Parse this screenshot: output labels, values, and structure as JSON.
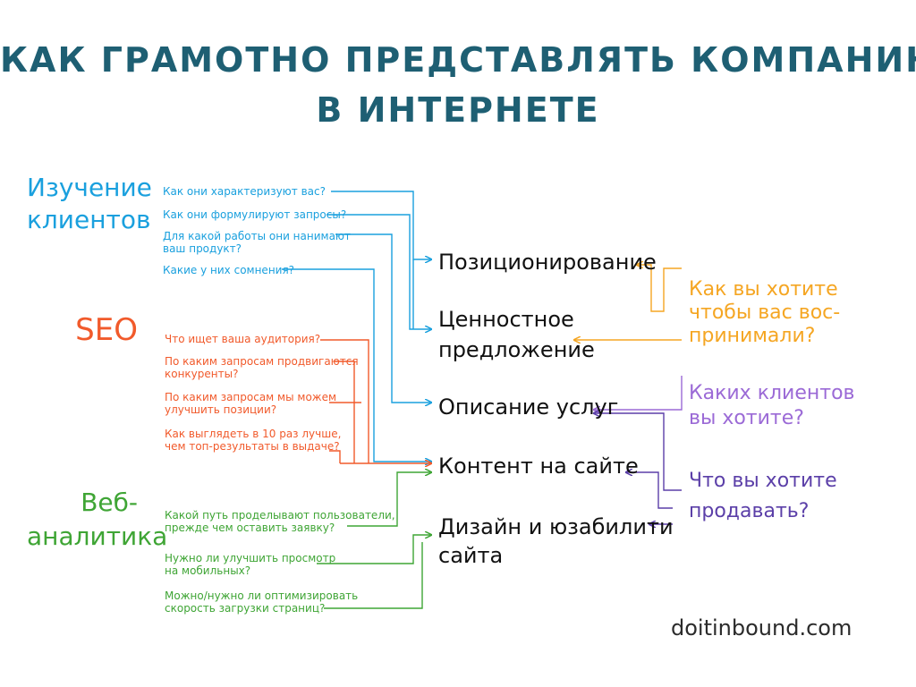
{
  "title": {
    "line1": "КАК ГРАМОТНО ПРЕДСТАВЛЯТЬ КОМПАНИЮ",
    "line2": "В ИНТЕРНЕТЕ"
  },
  "categories": {
    "clients": {
      "line1": "Изучение",
      "line2": "клиентов",
      "color": "#1aa0de"
    },
    "seo": {
      "line1": "SEO",
      "color": "#f15a2b"
    },
    "analytics": {
      "line1": "Веб-",
      "line2": "аналитика",
      "color": "#3fa535"
    }
  },
  "questions": {
    "clients": [
      {
        "line1": "Как они характеризуют вас?"
      },
      {
        "line1": "Как они формулируют запросы?"
      },
      {
        "line1": "Для какой работы они нанимают",
        "line2": "ваш продукт?"
      },
      {
        "line1": "Какие у них сомнения?"
      }
    ],
    "seo": [
      {
        "line1": "Что ищет ваша аудитория?"
      },
      {
        "line1": "По каким запросам продвигаются",
        "line2": "конкуренты?"
      },
      {
        "line1": "По каким запросам мы можем",
        "line2": "улучшить позиции?"
      },
      {
        "line1": "Как выглядеть в 10 раз лучше,",
        "line2": "чем топ-результаты в выдаче?"
      }
    ],
    "analytics": [
      {
        "line1": "Какой путь проделывают пользователи,",
        "line2": "прежде чем оставить заявку?"
      },
      {
        "line1": "Нужно ли улучшить просмотр",
        "line2": "на мобильных?"
      },
      {
        "line1": "Можно/нужно ли оптимизировать",
        "line2": "скорость загрузки страниц?"
      }
    ]
  },
  "outcomes": {
    "positioning": "Позиционирование",
    "value_line1": "Ценностное",
    "value_line2": "предложение",
    "services": "Описание услуг",
    "content": "Контент на сайте",
    "design_line1": "Дизайн и юзабилити",
    "design_line2": "сайта"
  },
  "right_questions": {
    "perceive": {
      "line1": "Как вы хотите",
      "line2": "чтобы вас вос-",
      "line3": "принимали?",
      "color": "#f5a623"
    },
    "clients": {
      "line1": "Каких клиентов",
      "line2": "вы хотите?",
      "color": "#9b6ad6"
    },
    "sell": {
      "line1": "Что вы хотите",
      "line2": "продавать?",
      "color": "#5b3fa8"
    }
  },
  "site": "doitinbound.com",
  "colors": {
    "title": "#1e5f73",
    "clients": "#1aa0de",
    "seo": "#f15a2b",
    "analytics": "#3fa535",
    "orange": "#f5a623",
    "violet": "#9b6ad6",
    "indigo": "#5b3fa8"
  }
}
